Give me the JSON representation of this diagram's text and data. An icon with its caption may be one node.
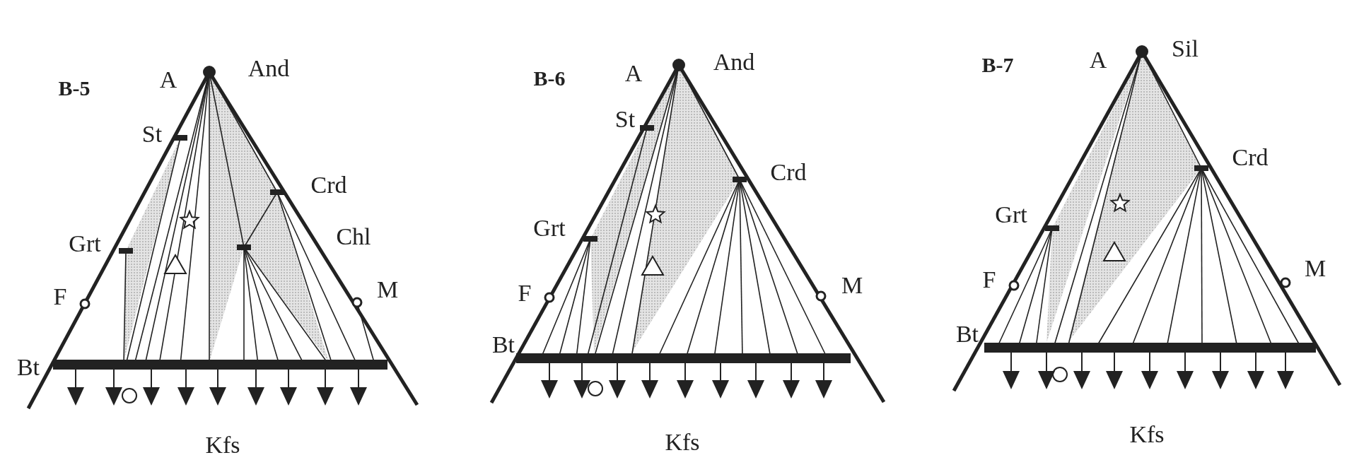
{
  "diagram": {
    "labels": [
      "B-5",
      "A",
      "And",
      "St",
      "Crd",
      "Grt",
      "Chl",
      "F",
      "M",
      "Bt",
      "Kfs",
      "B-6",
      "A",
      "And",
      "St",
      "Crd",
      "Grt",
      "F",
      "M",
      "Bt",
      "Kfs",
      "B-7",
      "A",
      "Sil",
      "Crd",
      "Grt",
      "F",
      "M",
      "Bt",
      "Kfs"
    ]
  }
}
